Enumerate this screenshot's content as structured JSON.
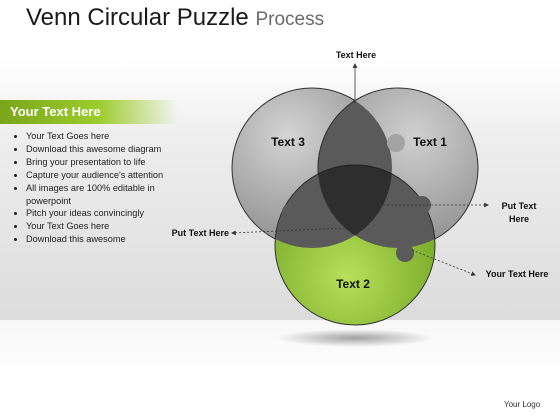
{
  "header": {
    "title": "Venn Circular Puzzle",
    "subtitle": "Process"
  },
  "sidebar": {
    "heading": "Your Text Here",
    "bullets": [
      "Your Text Goes here",
      "Download this awesome diagram",
      "Bring your presentation to life",
      "Capture your audience's attention",
      "All images are 100% editable in powerpoint",
      "Pitch your ideas convincingly",
      "Your Text Goes here",
      "Download this awesome"
    ]
  },
  "diagram": {
    "circles": [
      {
        "label": "Text 3",
        "color": "#9e9e9e"
      },
      {
        "label": "Text 1",
        "color": "#a8a8a8"
      },
      {
        "label": "Text 2",
        "color": "#8cc63f"
      }
    ],
    "callouts": {
      "top": "Text Here",
      "right_line1": "Put Text",
      "right_line2": "Here",
      "left": "Put Text Here",
      "bottom_right": "Your Text Here"
    },
    "colors": {
      "accent_green": "#8cc63f",
      "pair_overlap": "#5a5a5a",
      "center": "#2e2e2e"
    }
  },
  "footer": {
    "logo": "Your Logo"
  }
}
